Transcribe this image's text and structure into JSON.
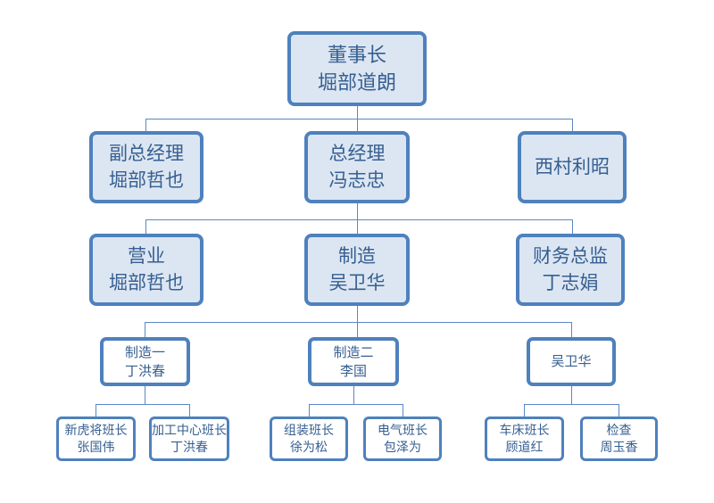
{
  "org_chart": {
    "type": "org-tree",
    "background": "#ffffff",
    "colors": {
      "box_border": "#4e81bd",
      "box_fill_primary": "#dce6f2",
      "box_fill_leaf": "#ffffff",
      "text": "#365f91",
      "connector": "#5b87c5"
    },
    "nodes": {
      "chairman": {
        "title": "董事长",
        "name": "堀部道朗"
      },
      "deputy_gm": {
        "title": "副总经理",
        "name": "堀部哲也"
      },
      "gm": {
        "title": "总经理",
        "name": "冯志忠"
      },
      "nishimura": {
        "title": "西村利昭"
      },
      "sales": {
        "title": "营业",
        "name": "堀部哲也"
      },
      "manufacturing": {
        "title": "制造",
        "name": "吴卫华"
      },
      "finance": {
        "title": "财务总监",
        "name": "丁志娟"
      },
      "mfg1": {
        "title": "制造一",
        "name": "丁洪春"
      },
      "mfg2": {
        "title": "制造二",
        "name": "李国"
      },
      "wu_weihua": {
        "title": "吴卫华"
      },
      "xinhujiang": {
        "title": "新虎将班长",
        "name": "张国伟"
      },
      "machining_center": {
        "title": "加工中心班长",
        "name": "丁洪春"
      },
      "assembly": {
        "title": "组装班长",
        "name": "徐为松"
      },
      "electrical": {
        "title": "电气班长",
        "name": "包泽为"
      },
      "lathe": {
        "title": "车床班长",
        "name": "顾道红"
      },
      "inspection": {
        "title": "检查",
        "name": "周玉香"
      }
    },
    "edges": [
      {
        "from": "chairman",
        "to": [
          "deputy_gm",
          "gm",
          "nishimura"
        ]
      },
      {
        "from": "gm",
        "to": [
          "sales",
          "manufacturing",
          "finance"
        ]
      },
      {
        "from": "manufacturing",
        "to": [
          "mfg1",
          "mfg2",
          "wu_weihua"
        ]
      },
      {
        "from": "mfg1",
        "to": [
          "xinhujiang",
          "machining_center"
        ]
      },
      {
        "from": "mfg2",
        "to": [
          "assembly",
          "electrical"
        ]
      },
      {
        "from": "wu_weihua",
        "to": [
          "lathe",
          "inspection"
        ]
      }
    ]
  }
}
